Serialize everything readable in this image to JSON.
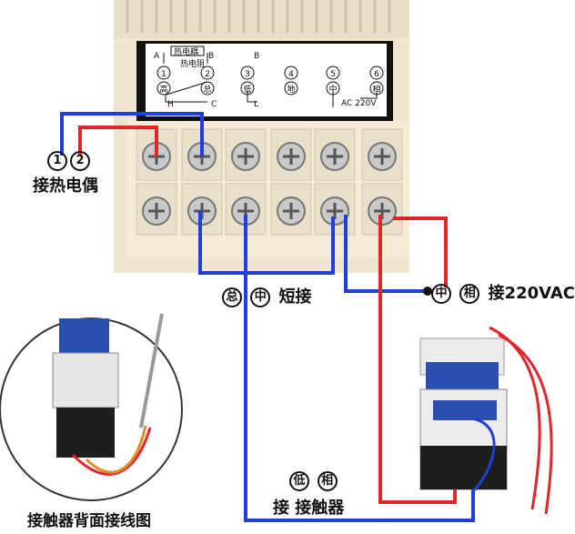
{
  "panel": {
    "terminals": [
      {
        "num": "1",
        "sub": "高"
      },
      {
        "num": "2",
        "sub": "总"
      },
      {
        "num": "3",
        "sub": "低"
      },
      {
        "num": "4",
        "sub": "地"
      },
      {
        "num": "5",
        "sub": "中"
      },
      {
        "num": "6",
        "sub": "相"
      }
    ],
    "label_thermocouple": "热电耦",
    "label_heater": "热电阻",
    "letters": {
      "A": "A",
      "B1": "B",
      "B2": "B",
      "H": "H",
      "C": "C",
      "L": "L"
    },
    "ac_label": "AC 220V"
  },
  "labels": {
    "thermo_n1": "1",
    "thermo_n2": "2",
    "thermo_text": "接热电偶",
    "short_c1": "总",
    "short_c2": "中",
    "short_text": "短接",
    "ac_c1": "中",
    "ac_c2": "相",
    "ac_text": "接220VAC",
    "cont_c1": "低",
    "cont_c2": "相",
    "cont_text1": "接",
    "cont_text2": "接触器",
    "inset_caption": "接触器背面接线图"
  },
  "colors": {
    "blue_wire": "#1f3fd6",
    "red_wire": "#e0262a",
    "housing": "#efe6cf",
    "terminal_block": "#f4ecd6",
    "contactor_blue": "#2a4fb0"
  }
}
